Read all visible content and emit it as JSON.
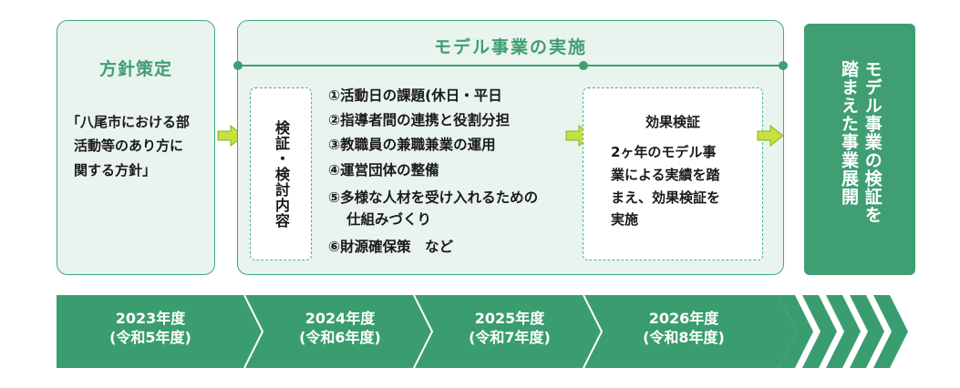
{
  "policy": {
    "title": "方針策定",
    "lines": [
      "「八尾市における部",
      "活動等のあり方に",
      "関する方針」"
    ]
  },
  "model": {
    "title": "モデル事業の実施",
    "review_label": "検証・検討内容",
    "items": [
      "①活動日の課題(休日・平日",
      "②指導者間の連携と役割分担",
      "③教職員の兼職兼業の運用",
      "④運営団体の整備",
      "⑤多様な人材を受け入れるための",
      "仕組みづくり",
      "⑥財源確保策　など"
    ],
    "effect": {
      "title": "効果検証",
      "lines": [
        "2ヶ年のモデル事",
        "業による実績を踏",
        "まえ、効果検証を",
        "実施"
      ]
    }
  },
  "outcome": {
    "line1": "モデル事業の検証を",
    "line2": "踏まえた事業展開"
  },
  "timeline": [
    {
      "year": "2023年度",
      "era": "(令和5年度)"
    },
    {
      "year": "2024年度",
      "era": "(令和6年度)"
    },
    {
      "year": "2025年度",
      "era": "(令和7年度)"
    },
    {
      "year": "2026年度",
      "era": "(令和8年度)"
    }
  ],
  "colors": {
    "green": "#3f9e72",
    "pale_green": "#eaf4ee",
    "arrow_fill": "#c8e03c",
    "timeline_green": "#3a9d70"
  }
}
